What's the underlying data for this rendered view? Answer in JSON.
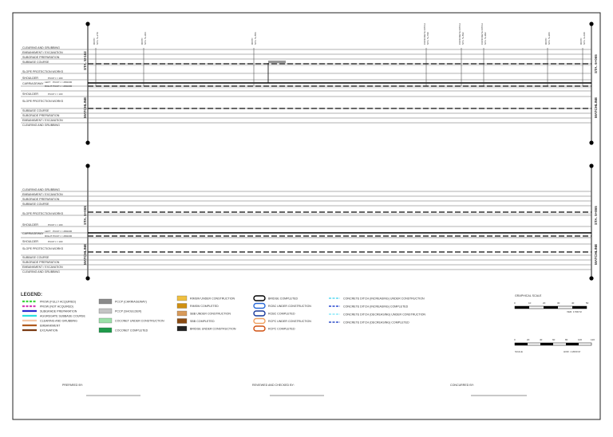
{
  "rows": {
    "clearing": "CLEARING AND GRUBBING",
    "embankment": "EMBANKMENT / EXCAVATION",
    "subgrade_prep": "SUBGRADE PREPARATION",
    "subbase": "SUBBASE COURSE",
    "slope": "SLOPE PROTECTION WORKS",
    "shoulder": "SHOULDER",
    "carriageway": "CARRIAGEWAY",
    "left": "LEFT",
    "right": "RIGHT",
    "pccp_shoulder": "PCCP t = 100",
    "pccp_left": "PCCP t = 280/230",
    "pccp_right": "PCCP t = 280/230"
  },
  "stations": {
    "top_left": "STA. 5+162",
    "top_right": "STA. 6+065",
    "bottom_left": "STA. 6+065",
    "bottom_right": "STA. 5+865"
  },
  "matchline": "MATCHLINE",
  "legend": {
    "title": "LEGEND:",
    "col1": [
      {
        "label": "PROW (FULLY ACQUIRED)",
        "color": "#3fd43f",
        "style": "dash"
      },
      {
        "label": "PROW (NOT ACQUIRED)",
        "color": "#d43fb8",
        "style": "dash"
      },
      {
        "label": "SUBGRADE PREPARATION",
        "color": "#2b2bcf",
        "style": "solid"
      },
      {
        "label": "AGGREGATE SUBBASE COURSE",
        "color": "#2fe0e0",
        "style": "solid"
      },
      {
        "label": "CLEARING AND GRUBBING",
        "color": "#f3c8a8",
        "style": "solid"
      },
      {
        "label": "EMBANKMENT",
        "color": "#b05a1e",
        "style": "solid"
      },
      {
        "label": "EXCAVATION",
        "color": "#7a3a12",
        "style": "solid"
      }
    ],
    "col2": [
      {
        "label": "PCCP (CARRIAGEWAY)",
        "color": "#8a8a8a"
      },
      {
        "label": "PCCP (SHOULDER)",
        "color": "#c4c4c4"
      },
      {
        "label": "COCONET UNDER CONSTRUCTION",
        "color": "#9be0a8"
      },
      {
        "label": "COCONET COMPLETED",
        "color": "#1f9a4a"
      }
    ],
    "col3": [
      {
        "label": "RIMSW UNDER CONSTRUCTION",
        "color": "#f0c040"
      },
      {
        "label": "RIMSW COMPLETED",
        "color": "#d09010"
      },
      {
        "label": "SBB UNDER CONSTRUCTION",
        "color": "#d89a5a"
      },
      {
        "label": "SBB COMPLETED",
        "color": "#8a4a12"
      },
      {
        "label": "BRIDGE UNDER CONSTRUCTION",
        "color": "#222222"
      }
    ],
    "col4": [
      {
        "label": "BRIDGE COMPLETED",
        "color": "#000000"
      },
      {
        "label": "RCBC UNDER CONSTRUCTION",
        "color": "#2a6ad8"
      },
      {
        "label": "RCBC COMPLETED",
        "color": "#1a3a9a"
      },
      {
        "label": "RCPC UNDER CONSTRUCTION",
        "color": "#f0a060"
      },
      {
        "label": "RCPC COMPLETED",
        "color": "#d05010"
      }
    ],
    "col5": [
      {
        "label": "CONCRETE DITCH (INCREASING) UNDER CONSTRUCTION",
        "color": "#5ad8f0"
      },
      {
        "label": "CONCRETE DITCH (INCREASING) COMPLETED",
        "color": "#2a4ad0"
      },
      {
        "label": "CONCRETE DITCH (DECREASING) UNDER CONSTRUCTION",
        "color": "#8ae8f8"
      },
      {
        "label": "CONCRETE DITCH (DECREASING) COMPLETED",
        "color": "#3050c8"
      }
    ]
  },
  "scale": {
    "title": "GRAPHICAL SCALE",
    "vert_ticks": [
      "0",
      "10",
      "20",
      "30",
      "40",
      "50"
    ],
    "vert_label": "VER. 1:500 M",
    "horiz_ticks": [
      "0",
      "20",
      "40",
      "60",
      "80",
      "100",
      "120"
    ],
    "horiz_label_left": "SCALE",
    "horiz_label_right": "HOR. 1:2000 M"
  },
  "signatures": [
    {
      "label": "PREPARED BY:"
    },
    {
      "label": "REVIEWED AND CHECKED BY:"
    },
    {
      "label": "CONCURRED BY:"
    }
  ],
  "tags": {
    "top1": [
      "RCPC",
      "STA. 5+279"
    ],
    "top2": [
      "RCPC",
      "STA. 5+394"
    ],
    "top3": [
      "RCPC",
      "STA. 5+556"
    ],
    "top4": [
      "CONCRETE DITCH",
      "STA. 5+790"
    ],
    "top5": [
      "CONCRETE DITCH",
      "STA. 5+862"
    ],
    "top6": [
      "CONCRETE DITCH",
      "STA. 5+902"
    ],
    "top7": [
      "RCPC",
      "STA. 5+966"
    ],
    "top8": [
      "RCPC",
      "STA. 6+040"
    ]
  }
}
